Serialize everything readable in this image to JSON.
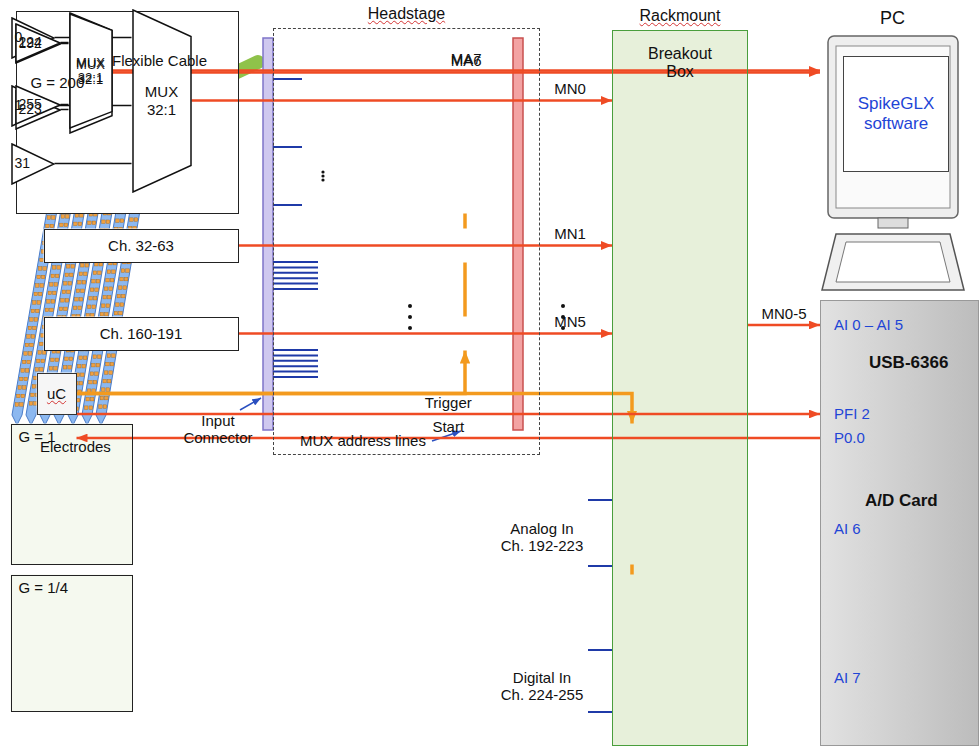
{
  "diagram": {
    "nodes": [
      {
        "text": [
          "Headstage"
        ]
      },
      {
        "text": [
          "G = 200"
        ],
        "in": 0
      },
      {
        "text": [
          "0"
        ],
        "in": 1
      },
      {
        "text": [
          "1"
        ],
        "in": 1
      },
      {
        "text": [
          "31"
        ],
        "in": 1
      },
      {
        "text": [
          "MUX 32:1"
        ],
        "in": 1
      },
      {
        "text": [
          "Ch. 32-63"
        ],
        "in": 0
      },
      {
        "text": [
          "Ch. 160-191"
        ],
        "in": 0
      },
      {
        "text": [
          "Rackmount",
          "Breakout Box"
        ]
      },
      {
        "text": [
          "uC"
        ],
        "in": 8
      },
      {
        "text": [
          "G = 1"
        ],
        "in": 8
      },
      {
        "text": [
          "192"
        ],
        "in": 10
      },
      {
        "text": [
          "223"
        ],
        "in": 10
      },
      {
        "text": [
          "MUX 32:1"
        ],
        "in": 10
      },
      {
        "text": [
          "G = 1/4"
        ],
        "in": 8
      },
      {
        "text": [
          "224"
        ],
        "in": 14
      },
      {
        "text": [
          "255"
        ],
        "in": 14
      },
      {
        "text": [
          "MUX 32:1"
        ],
        "in": 14
      },
      {
        "text": [
          "SpikeGLX software"
        ]
      },
      {
        "text": [
          "USB-6366",
          "A/D Card"
        ]
      }
    ],
    "edges": [
      {
        "from": 2,
        "to": 5,
        "arrow": "none"
      },
      {
        "from": 3,
        "to": 5,
        "arrow": "none"
      },
      {
        "from": 4,
        "to": 5,
        "arrow": "none"
      },
      {
        "from": 5,
        "to": 8,
        "label": "MN0",
        "arrow": "to"
      },
      {
        "from": 6,
        "to": 8,
        "label": "MN1",
        "arrow": "to"
      },
      {
        "from": 7,
        "to": 8,
        "label": "MN5",
        "arrow": "to"
      },
      {
        "from": 6,
        "to": 1,
        "arrow": "none"
      },
      {
        "from": 7,
        "to": 6,
        "arrow": "none"
      },
      {
        "from": 9,
        "to": 7,
        "arrow": "to"
      },
      {
        "from": 11,
        "to": 13,
        "arrow": "none"
      },
      {
        "from": 12,
        "to": 13,
        "arrow": "none"
      },
      {
        "from": 15,
        "to": 17,
        "arrow": "none"
      },
      {
        "from": 16,
        "to": 17,
        "arrow": "none"
      },
      {
        "from": 10,
        "to": 14,
        "arrow": "none"
      },
      {
        "from": 9,
        "to": 10,
        "arrow": "to"
      },
      {
        "from": 8,
        "to": 19,
        "label": "MN0-5",
        "arrow": "to"
      },
      {
        "from": 9,
        "to": 19,
        "label": "Trigger",
        "arrow": "to"
      },
      {
        "from": 19,
        "to": 9,
        "label": "Start",
        "arrow": "to"
      },
      {
        "from": 13,
        "to": 19,
        "label": "MA6",
        "arrow": "to"
      },
      {
        "from": 17,
        "to": 19,
        "label": "MA7",
        "arrow": "to"
      }
    ],
    "labels": [
      "Flexible Cable",
      "Electrodes",
      "Input Connector",
      "MUX address lines",
      "PC",
      "AI 0 – AI 5",
      "PFI 2",
      "P0.0",
      "Analog In Ch. 192-223",
      "AI 6",
      "Digital In Ch. 224-255",
      "AI 7"
    ]
  }
}
